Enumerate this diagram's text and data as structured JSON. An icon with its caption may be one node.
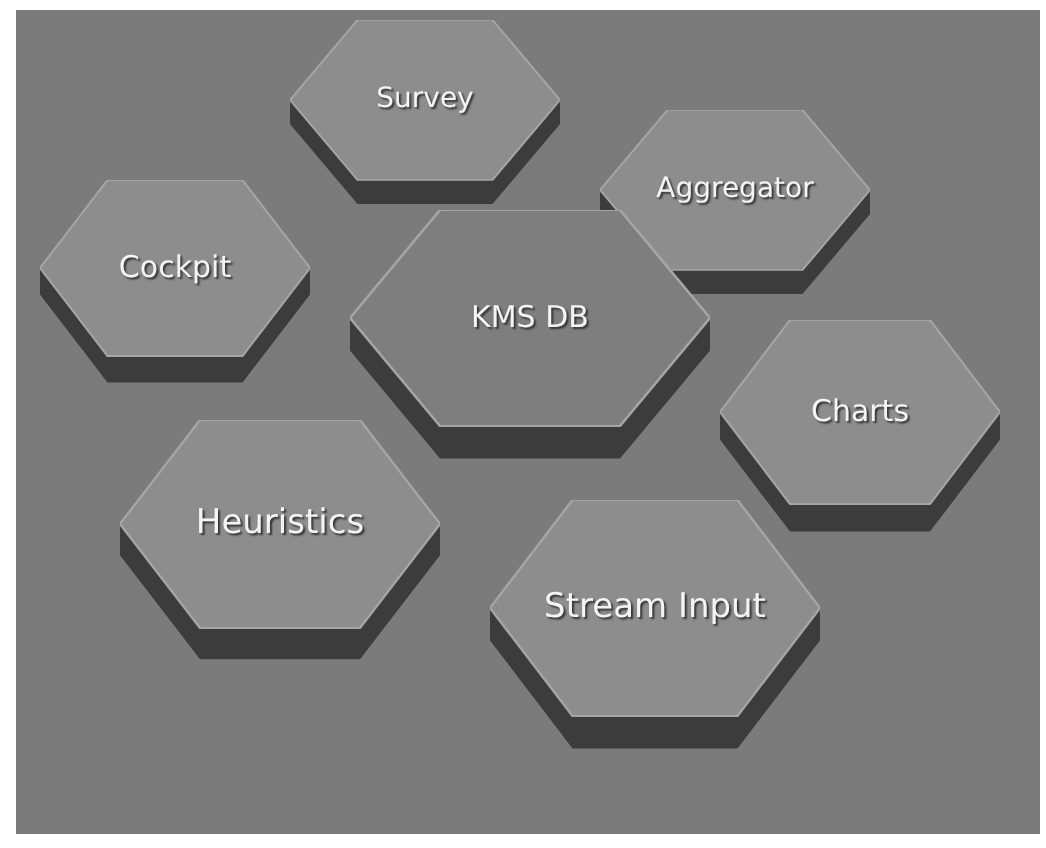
{
  "diagram": {
    "nodes": [
      {
        "text": [
          "Survey"
        ]
      },
      {
        "text": [
          "Aggregator"
        ]
      },
      {
        "text": [
          "Cockpit"
        ]
      },
      {
        "text": [
          "KMS DB"
        ]
      },
      {
        "text": [
          "Charts"
        ]
      },
      {
        "text": [
          "Heuristics"
        ]
      },
      {
        "text": [
          "Stream Input"
        ]
      }
    ]
  }
}
